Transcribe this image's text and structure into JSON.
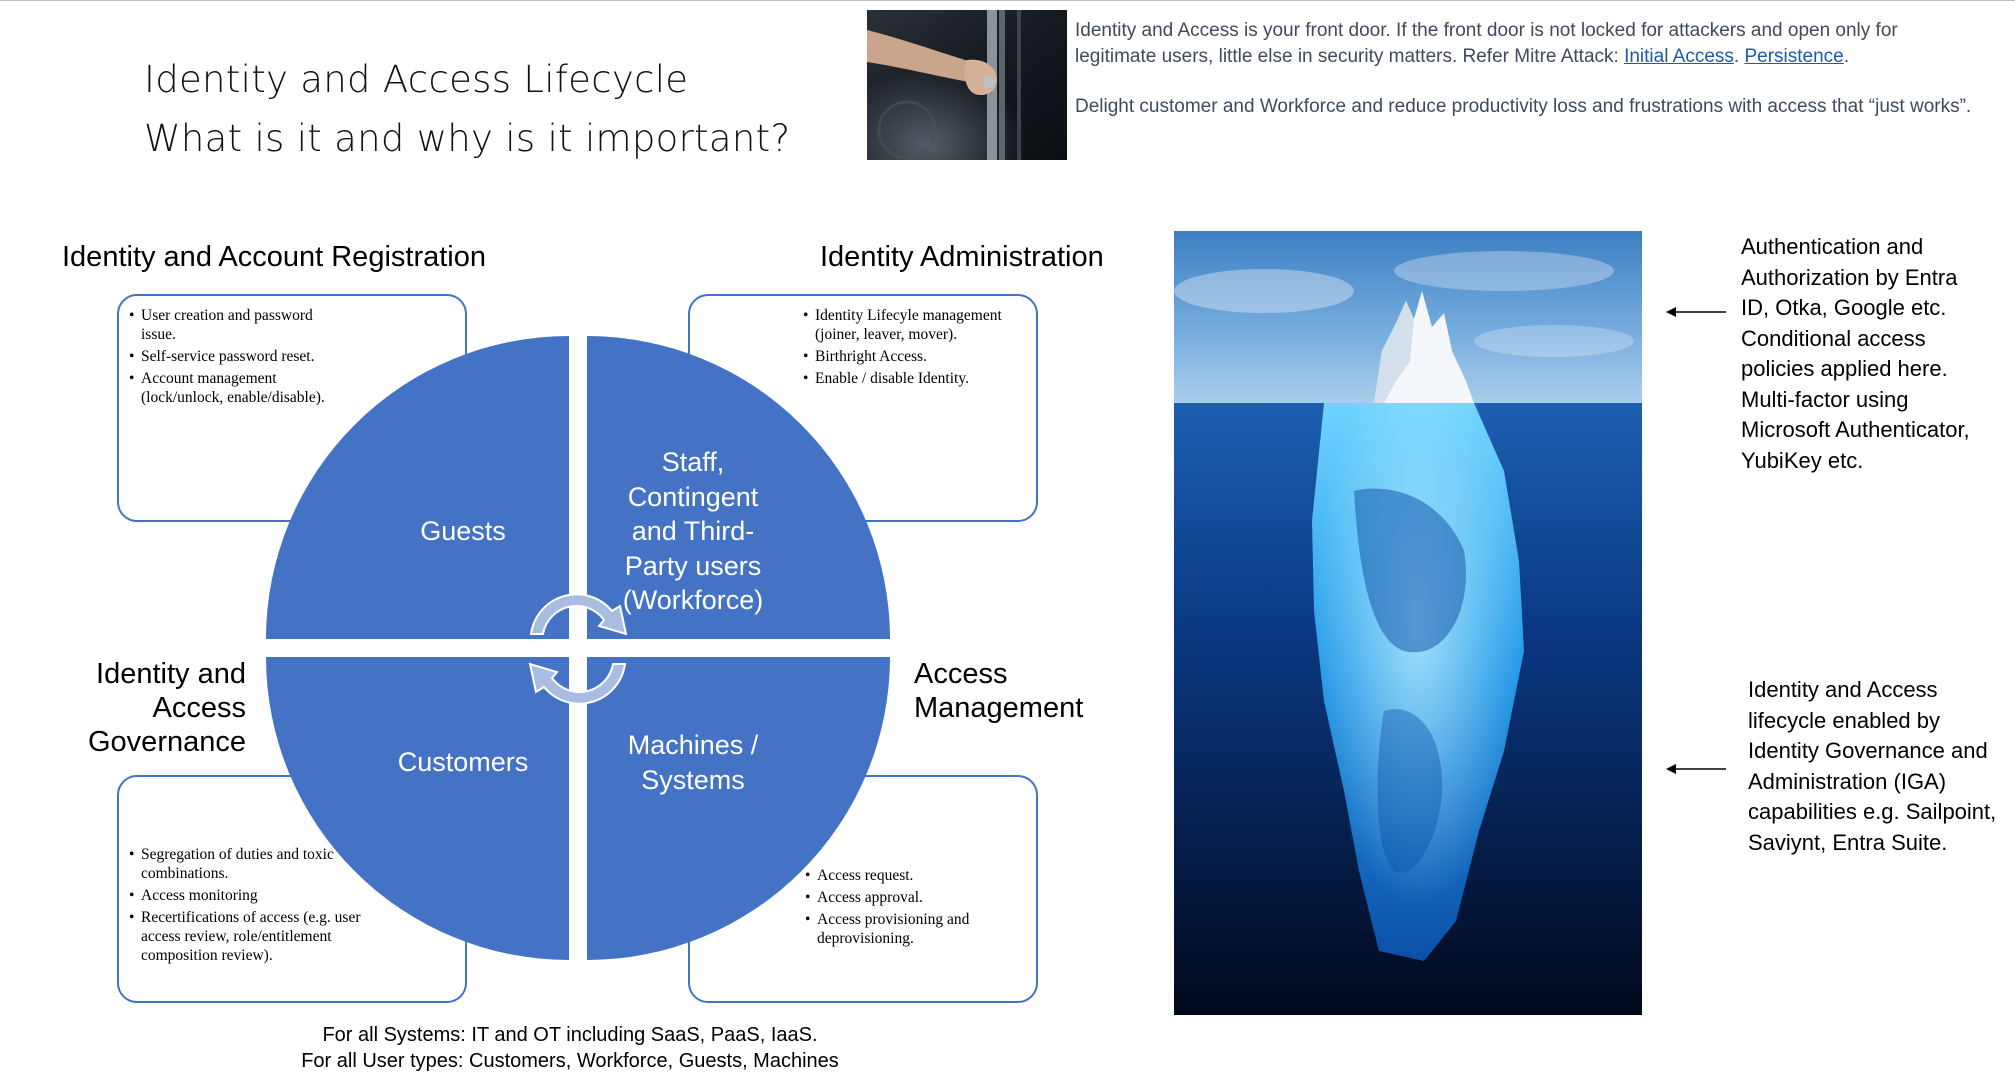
{
  "title": {
    "line1": "Identity and Access Lifecycle",
    "line2": "What is it and why is it important?"
  },
  "intro": {
    "p1_text": "Identity and Access is your front door. If the front door is not locked for attackers and open only for legitimate users, little else in security matters. Refer Mitre Attack: ",
    "p1_link1": "Initial Access",
    "p1_sep": ". ",
    "p1_link2": "Persistence",
    "p1_end": ".",
    "p2": "Delight customer and Workforce and reduce productivity loss and frustrations with access that “just works”."
  },
  "quadrants": {
    "top_left": {
      "heading": "Identity and Account Registration",
      "bullets": [
        "User creation and password issue.",
        "Self-service password reset.",
        "Account management (lock/unlock, enable/disable)."
      ],
      "segment": "Guests"
    },
    "top_right": {
      "heading": "Identity Administration",
      "bullets": [
        "Identity Lifecyle management (joiner, leaver, mover).",
        "Birthright Access.",
        "Enable / disable Identity."
      ],
      "segment": "Staff, Contingent and Third-Party users (Workforce)"
    },
    "bottom_left": {
      "heading": "Identity and Access Governance",
      "bullets": [
        "Segregation of duties and toxic combinations.",
        "Access monitoring",
        "Recertifications of access (e.g. user access review, role/entitlement composition review)."
      ],
      "segment": "Customers"
    },
    "bottom_right": {
      "heading": "Access Management",
      "bullets": [
        "Access request.",
        "Access approval.",
        "Access provisioning and deprovisioning."
      ],
      "segment": "Machines / Systems"
    }
  },
  "footer": {
    "line1": "For all Systems: IT and OT including SaaS, PaaS, IaaS.",
    "line2": "For all User types: Customers, Workforce, Guests, Machines"
  },
  "iceberg_notes": {
    "top": "Authentication and Authorization by Entra ID, Otka, Google etc. Conditional access policies applied here. Multi-factor using Microsoft Authenticator, YubiKey etc.",
    "bottom": "Identity and Access lifecycle enabled by Identity Governance and Administration (IGA) capabilities e.g. Sailpoint, Saviynt, Entra Suite."
  },
  "colors": {
    "segment_fill": "#4472c4",
    "box_border": "#4472c4",
    "cycle_arrow": "#a9bde3",
    "link": "#1f5aa8",
    "intro_text": "#404a5c"
  }
}
